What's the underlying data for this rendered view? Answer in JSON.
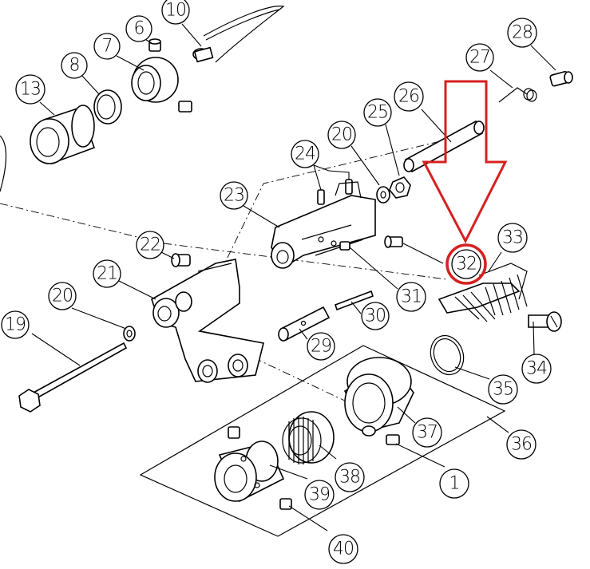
{
  "callouts": [
    {
      "id": "10"
    },
    {
      "id": "6"
    },
    {
      "id": "7"
    },
    {
      "id": "8"
    },
    {
      "id": "13"
    },
    {
      "id": "28"
    },
    {
      "id": "27"
    },
    {
      "id": "26"
    },
    {
      "id": "25"
    },
    {
      "id": "20"
    },
    {
      "id": "24"
    },
    {
      "id": "23"
    },
    {
      "id": "22"
    },
    {
      "id": "21"
    },
    {
      "id": "20"
    },
    {
      "id": "19"
    },
    {
      "id": "32"
    },
    {
      "id": "33"
    },
    {
      "id": "31"
    },
    {
      "id": "30"
    },
    {
      "id": "29"
    },
    {
      "id": "34"
    },
    {
      "id": "35"
    },
    {
      "id": "36"
    },
    {
      "id": "37"
    },
    {
      "id": "38"
    },
    {
      "id": "39"
    },
    {
      "id": "40"
    },
    {
      "id": "1"
    }
  ],
  "highlight": {
    "target": "32",
    "color": "#d62020"
  },
  "colors": {
    "line": "#000000",
    "highlight": "#d62020"
  }
}
